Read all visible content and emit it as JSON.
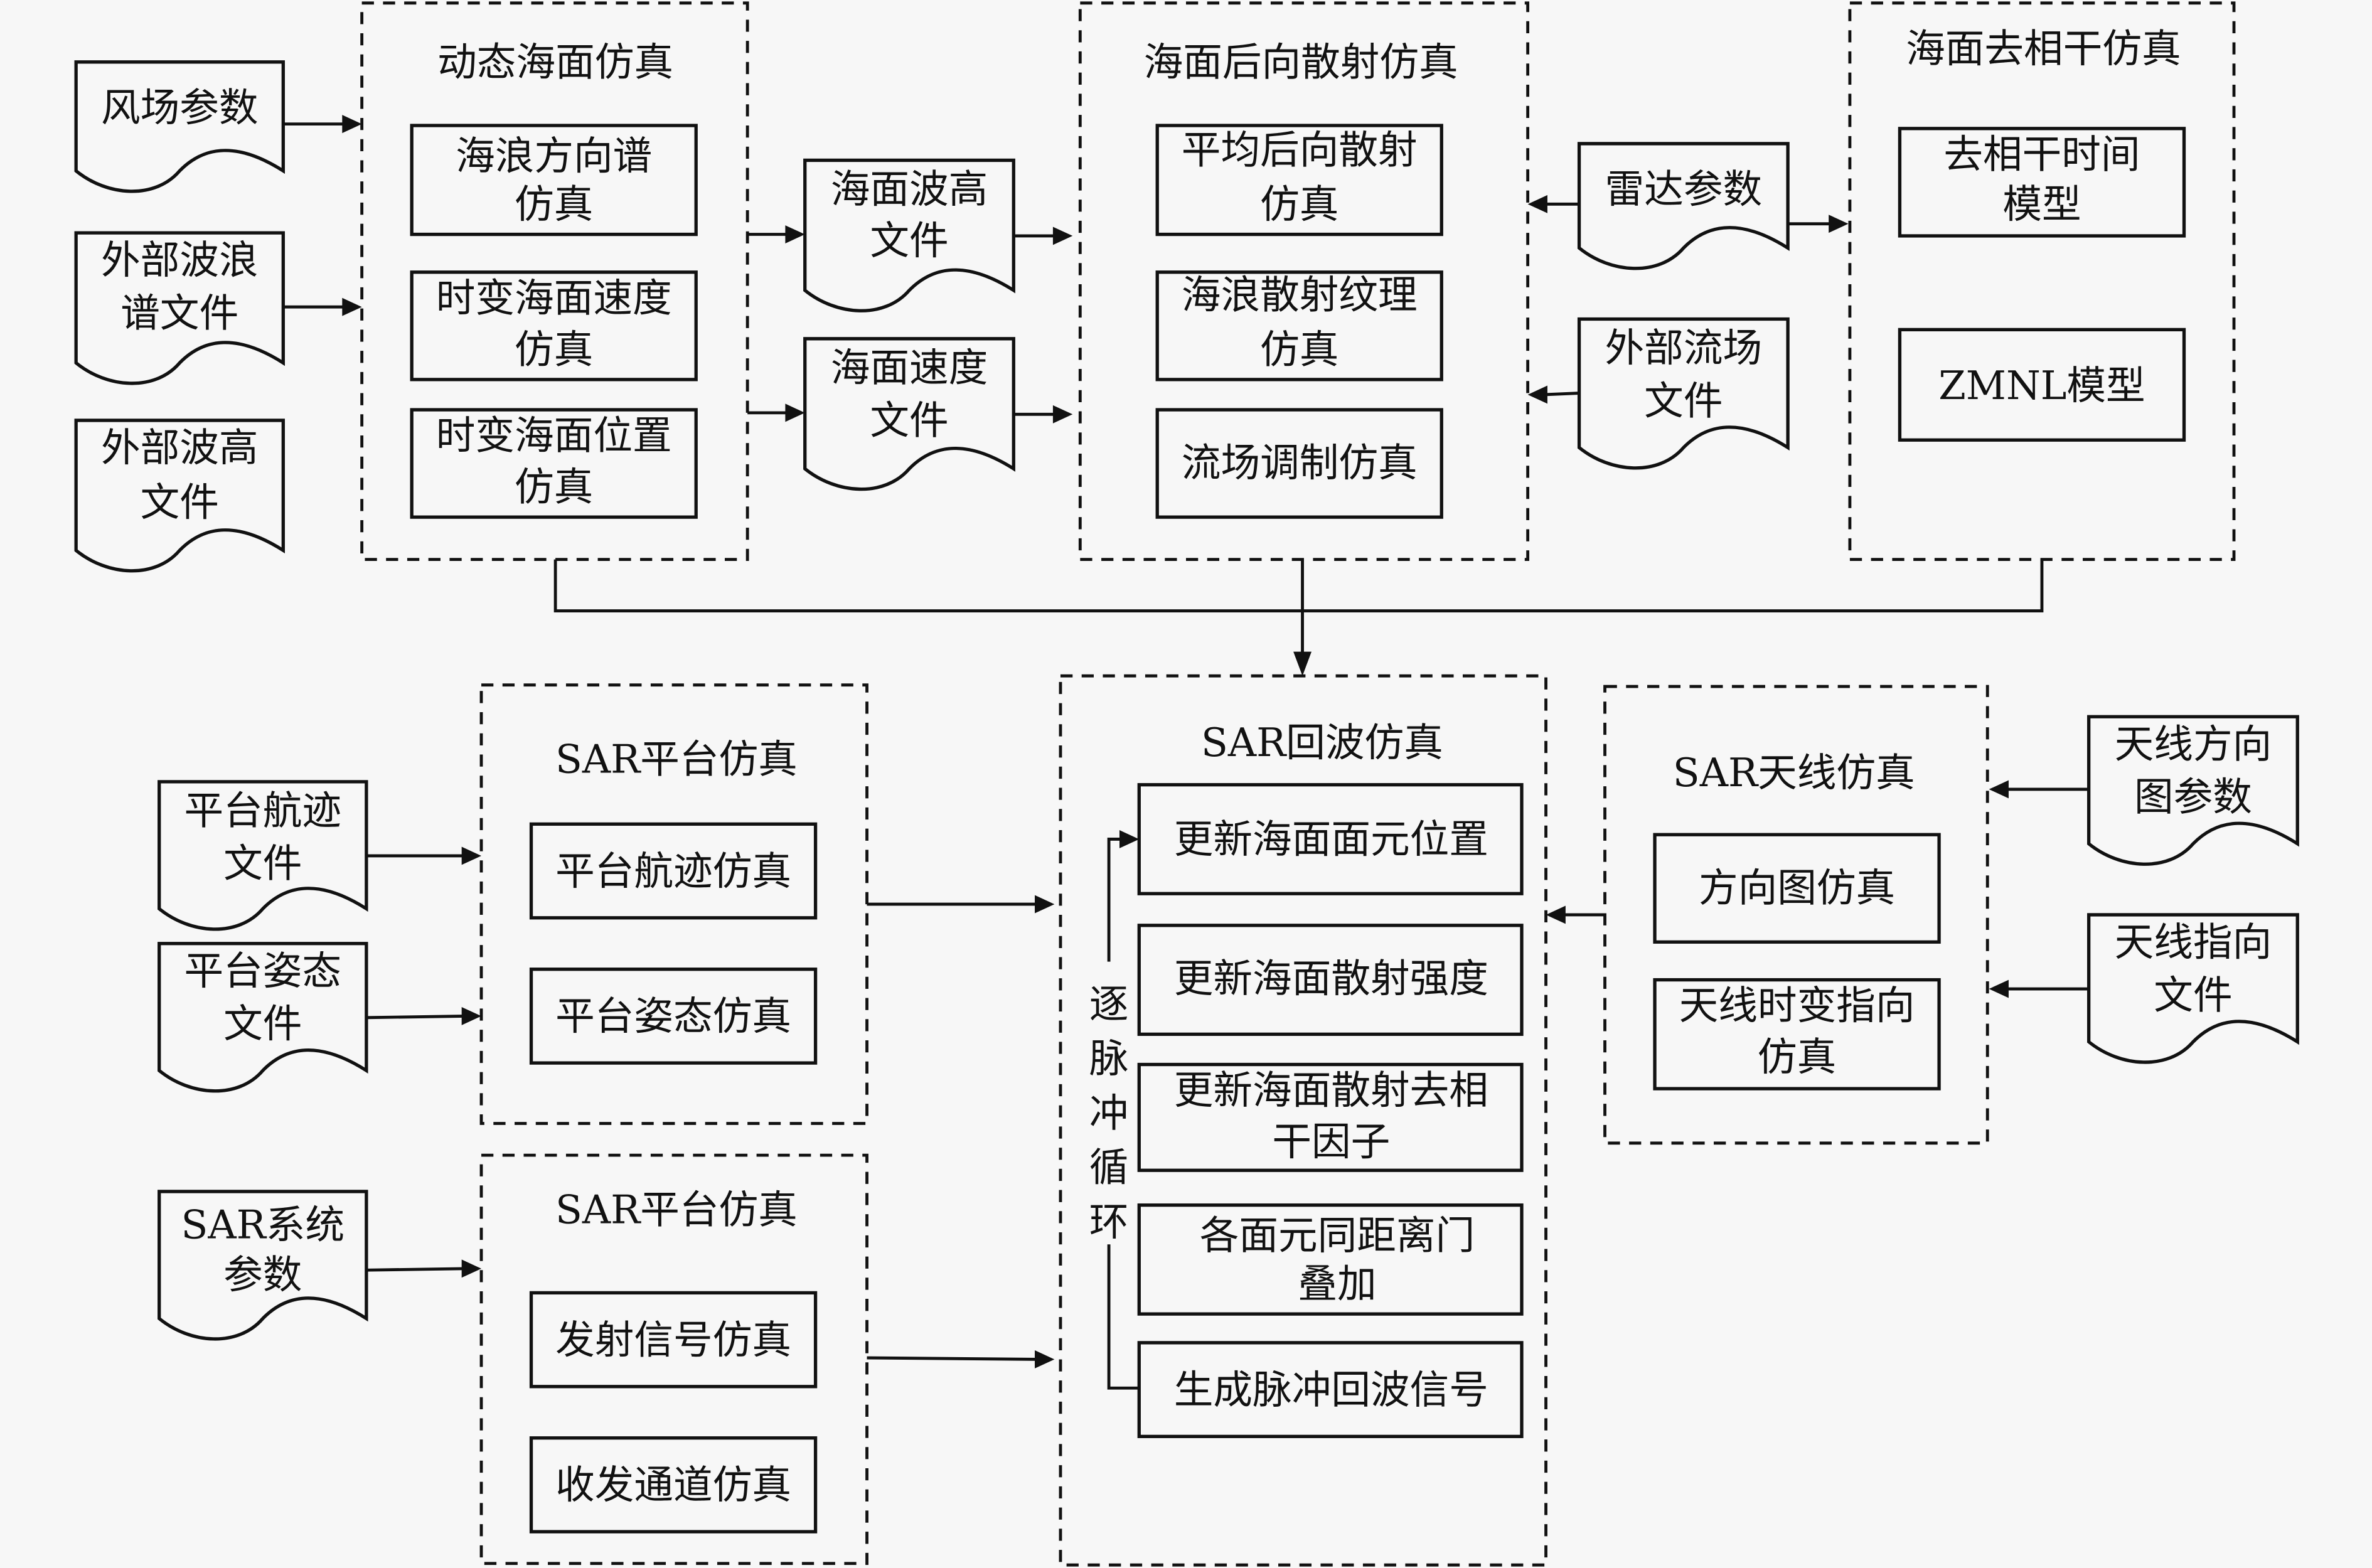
{
  "diagram": {
    "groups": [
      {
        "id": "dynamic-sea",
        "title": "动态海面仿真",
        "items": [
          [
            "海浪方向谱",
            "仿真"
          ],
          [
            "时变海面速度",
            "仿真"
          ],
          [
            "时变海面位置",
            "仿真"
          ]
        ]
      },
      {
        "id": "backscatter",
        "title": "海面后向散射仿真",
        "items": [
          [
            "平均后向散射",
            "仿真"
          ],
          [
            "海浪散射纹理",
            "仿真"
          ],
          [
            "流场调制仿真"
          ]
        ]
      },
      {
        "id": "decorrelation",
        "title": "海面去相干仿真",
        "items": [
          [
            "去相干时间",
            "模型"
          ],
          [
            "ZMNL模型"
          ]
        ]
      },
      {
        "id": "sar-platform",
        "title": "SAR平台仿真",
        "items": [
          [
            "平台航迹仿真"
          ],
          [
            "平台姿态仿真"
          ]
        ]
      },
      {
        "id": "sar-platform-2",
        "title": "SAR平台仿真",
        "items": [
          [
            "发射信号仿真"
          ],
          [
            "收发通道仿真"
          ]
        ]
      },
      {
        "id": "sar-echo",
        "title": "SAR回波仿真",
        "items": [
          [
            "更新海面面元位置"
          ],
          [
            "更新海面散射强度"
          ],
          [
            "更新海面散射去相",
            "干因子"
          ],
          [
            "各面元同距离门",
            "叠加"
          ],
          [
            "生成脉冲回波信号"
          ]
        ],
        "loop_label": [
          "逐",
          "脉",
          "冲",
          "循",
          "环"
        ]
      },
      {
        "id": "sar-antenna",
        "title": "SAR天线仿真",
        "items": [
          [
            "方向图仿真"
          ],
          [
            "天线时变指向",
            "仿真"
          ]
        ]
      }
    ],
    "documents": [
      {
        "id": "wind-params",
        "lines": [
          "风场参数"
        ]
      },
      {
        "id": "ext-wave-spectrum",
        "lines": [
          "外部波浪",
          "谱文件"
        ]
      },
      {
        "id": "ext-wave-height",
        "lines": [
          "外部波高",
          "文件"
        ]
      },
      {
        "id": "sea-wave-height-file",
        "lines": [
          "海面波高",
          "文件"
        ]
      },
      {
        "id": "sea-velocity-file",
        "lines": [
          "海面速度",
          "文件"
        ]
      },
      {
        "id": "radar-params",
        "lines": [
          "雷达参数"
        ]
      },
      {
        "id": "ext-current-file",
        "lines": [
          "外部流场",
          "文件"
        ]
      },
      {
        "id": "platform-track-file",
        "lines": [
          "平台航迹",
          "文件"
        ]
      },
      {
        "id": "platform-attitude-file",
        "lines": [
          "平台姿态",
          "文件"
        ]
      },
      {
        "id": "sar-system-params",
        "lines": [
          "SAR系统",
          "参数"
        ]
      },
      {
        "id": "antenna-pattern-params",
        "lines": [
          "天线方向",
          "图参数"
        ]
      },
      {
        "id": "antenna-pointing-file",
        "lines": [
          "天线指向",
          "文件"
        ]
      }
    ]
  }
}
